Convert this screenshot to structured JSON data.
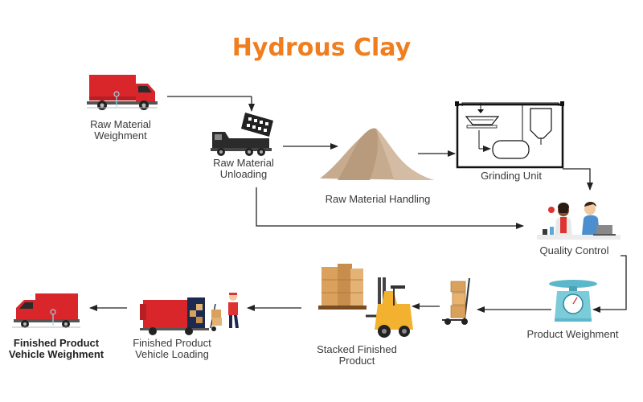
{
  "title": "Hydrous Clay",
  "steps": {
    "raw_weighment": [
      "Raw Material",
      "Weighment"
    ],
    "unloading": [
      "Raw Material",
      "Unloading"
    ],
    "handling": [
      "Raw Material Handling"
    ],
    "grinding": [
      "Grinding Unit"
    ],
    "quality": [
      "Quality Control"
    ],
    "product_weighment": [
      "Product Weighment"
    ],
    "stacked": [
      "Stacked Finished",
      "Product"
    ],
    "vehicle_loading": [
      "Finished Product",
      "Vehicle Loading"
    ],
    "vehicle_weighment": [
      "Finished Product",
      "Vehicle Weighment"
    ]
  },
  "colors": {
    "title": "#f07d1e",
    "arrow": "#222222",
    "truck_red": "#d8262b",
    "sand": "#c7ab8f",
    "forklift_yellow": "#f2b230",
    "scale_blue": "#7ccbd8"
  },
  "icons": [
    "truck-icon",
    "dump-truck-icon",
    "sand-pile-icon",
    "grinding-mill-icon",
    "lab-workers-icon",
    "hand-trolley-icon",
    "weighing-scale-icon",
    "forklift-icon",
    "loading-truck-icon"
  ]
}
